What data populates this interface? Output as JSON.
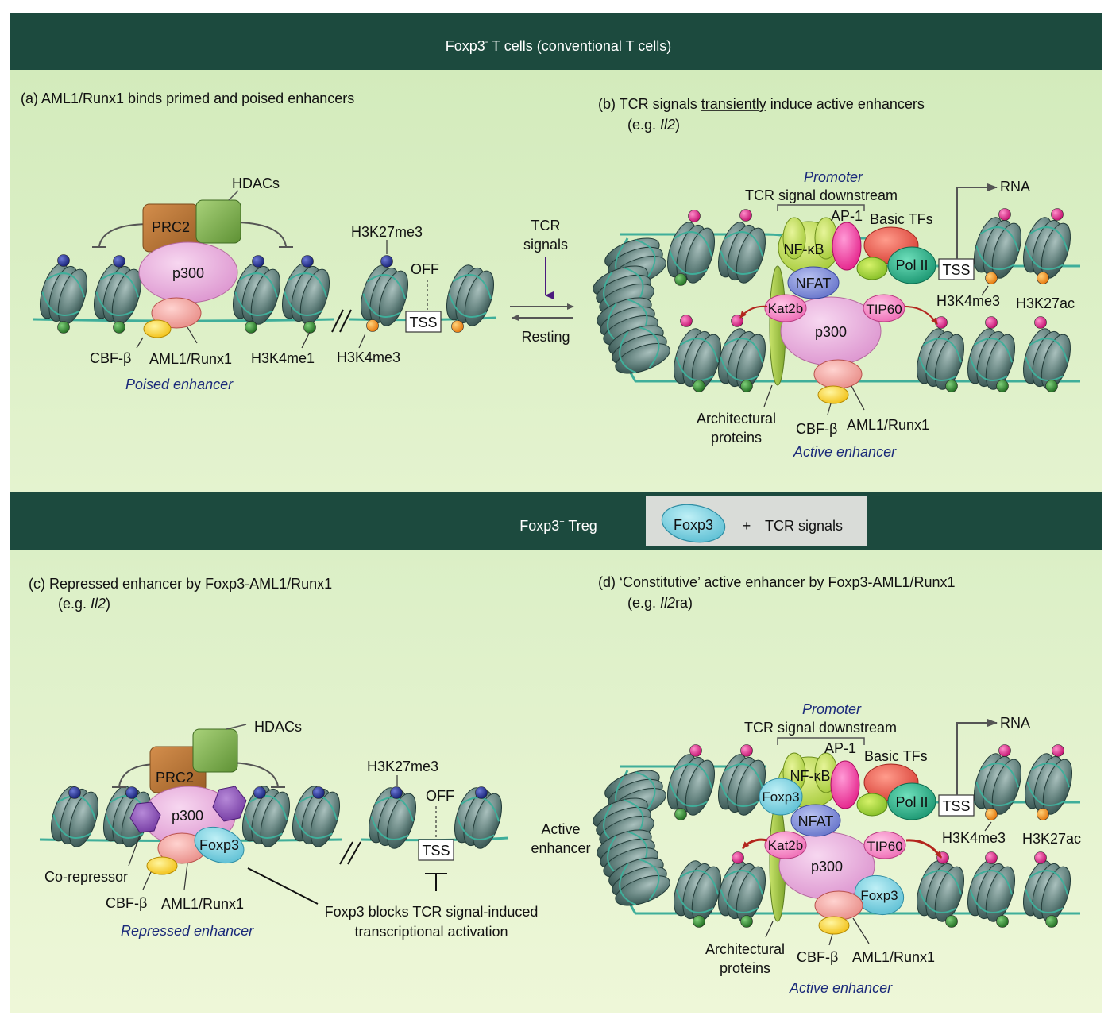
{
  "panels": {
    "top_banner": "Foxp3",
    "top_banner_sup": "-",
    "top_banner_rest": " T cells (conventional T cells)",
    "bottom_banner": "Foxp3",
    "bottom_banner_sup": "+",
    "bottom_banner_rest": " Treg",
    "bottom_box_foxp3": "Foxp3",
    "bottom_box_plus": "+",
    "bottom_box_tcr": "TCR signals"
  },
  "a": {
    "title": "(a)  AML1/Runx1 binds primed and poised enhancers",
    "hdacs": "HDACs",
    "prc2": "PRC2",
    "p300": "p300",
    "h3k27me3": "H3K27me3",
    "off": "OFF",
    "tss": "TSS",
    "cbfb": "CBF-β",
    "aml1": "AML1/Runx1",
    "h3k4me1": "H3K4me1",
    "h3k4me3": "H3K4me3",
    "label": "Poised enhancer"
  },
  "arrows": {
    "tcr1": "TCR",
    "tcr2": "signals",
    "resting": "Resting"
  },
  "b": {
    "title_pre": "(b)  TCR signals ",
    "title_u": "transiently",
    "title_post": " induce active enhancers",
    "eg_pre": "(e.g. ",
    "eg_i": "Il2",
    "eg_post": ")",
    "promoter": "Promoter",
    "tcr_down": "TCR signal downstream",
    "rna": "RNA",
    "ap1": "AP-1",
    "basic": "Basic TFs",
    "nfkb": "NF-κB",
    "nfat": "NFAT",
    "pol2": "Pol II",
    "tss": "TSS",
    "kat2b": "Kat2b",
    "tip60": "TIP60",
    "p300": "p300",
    "h3k4me3": "H3K4me3",
    "h3k27ac": "H3K27ac",
    "arch1": "Architectural",
    "arch2": "proteins",
    "cbfb": "CBF-β",
    "aml1": "AML1/Runx1",
    "label": "Active enhancer"
  },
  "c": {
    "title": "(c)  Repressed enhancer by Foxp3-AML1/Runx1",
    "eg_pre": "(e.g. ",
    "eg_i": "Il2",
    "eg_post": ")",
    "hdacs": "HDACs",
    "prc2": "PRC2",
    "p300": "p300",
    "foxp3": "Foxp3",
    "h3k27me3": "H3K27me3",
    "off": "OFF",
    "tss": "TSS",
    "corep": "Co-repressor",
    "cbfb": "CBF-β",
    "aml1": "AML1/Runx1",
    "label": "Repressed enhancer",
    "block1": "Foxp3 blocks TCR signal-induced",
    "block2": "transcriptional activation"
  },
  "d": {
    "title": "(d)  ‘Constitutive’ active enhancer by Foxp3-AML1/Runx1",
    "eg_pre": "(e.g. ",
    "eg_i": "Il2",
    "eg_post": "ra)",
    "promoter": "Promoter",
    "tcr_down": "TCR signal downstream",
    "rna": "RNA",
    "ap1": "AP-1",
    "basic": "Basic TFs",
    "nfkb": "NF-κB",
    "foxp3a": "Foxp3",
    "nfat": "NFAT",
    "pol2": "Pol II",
    "tss": "TSS",
    "kat2b": "Kat2b",
    "tip60": "TIP60",
    "p300": "p300",
    "foxp3b": "Foxp3",
    "h3k4me3": "H3K4me3",
    "h3k27ac": "H3K27ac",
    "active1": "Active",
    "active2": "enhancer",
    "arch1": "Architectural",
    "arch2": "proteins",
    "cbfb": "CBF-β",
    "aml1": "AML1/Runx1",
    "label": "Active enhancer"
  },
  "colors": {
    "banner": "#1c4a3e",
    "panel_bg": "#dcefc4",
    "nucleosome": "#5d7c78",
    "dna": "#3fae9a",
    "p300": "#e9a9dc",
    "prc2": "#b87636",
    "hdac": "#74a84a",
    "mark_blue": "#1f2d8c",
    "mark_green": "#2e7d2e",
    "mark_orange": "#f08a1c",
    "mark_pink": "#d1187d"
  }
}
